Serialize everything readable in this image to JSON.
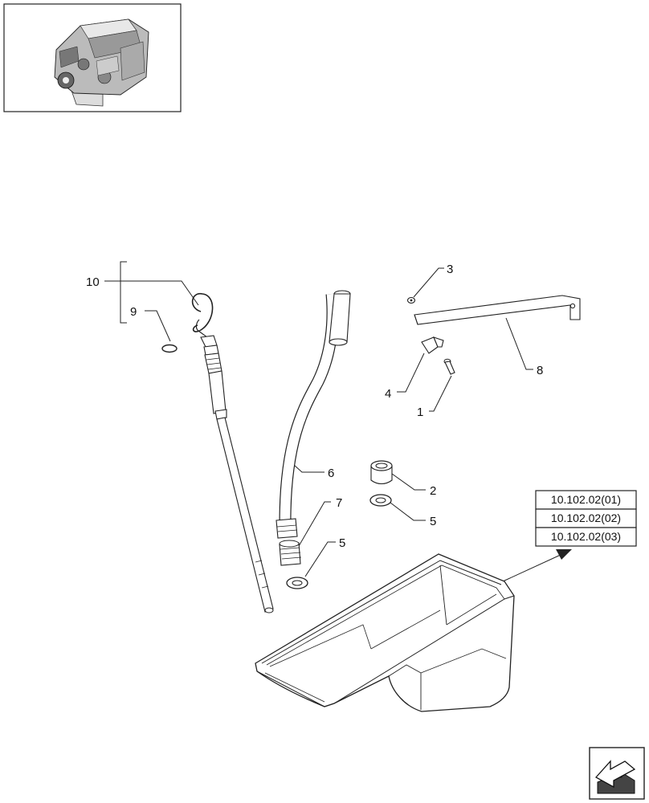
{
  "callouts": {
    "c1": "1",
    "c2": "2",
    "c3": "3",
    "c4": "4",
    "c5a": "5",
    "c5b": "5",
    "c6": "6",
    "c7": "7",
    "c8": "8",
    "c9": "9",
    "c10": "10"
  },
  "references": [
    "10.102.02(01)",
    "10.102.02(02)",
    "10.102.02(03)"
  ],
  "icons": {
    "thumbnail": "engine-thumbnail-icon",
    "nav": "next-page-arrow-icon"
  }
}
